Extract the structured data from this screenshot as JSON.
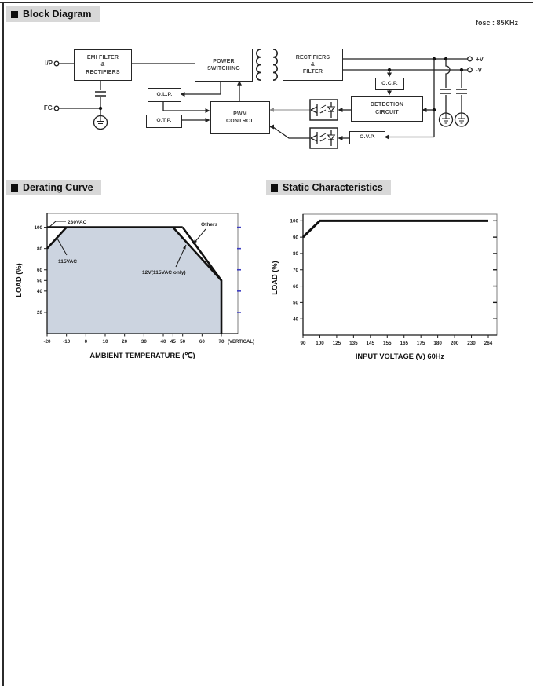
{
  "page": {
    "fosc_label": "fosc : 85KHz"
  },
  "sections": {
    "block_diagram": {
      "title": "Block Diagram"
    },
    "derating_curve": {
      "title": "Derating Curve"
    },
    "static_characteristics": {
      "title": "Static Characteristics"
    }
  },
  "block_diagram": {
    "terminals": {
      "input": "I/P",
      "fg": "FG",
      "v_plus": "+V",
      "v_minus": "-V"
    },
    "boxes": {
      "emi_filter": "EMI FILTER\n&\nRECTIFIERS",
      "power_switching": "POWER\nSWITCHING",
      "rectifiers_filter": "RECTIFIERS\n&\nFILTER",
      "ocp": "O.C.P.",
      "olp": "O.L.P.",
      "otp": "O.T.P.",
      "pwm_control": "PWM\nCONTROL",
      "detection_circuit": "DETECTION\nCIRCUIT",
      "ovp": "O.V.P."
    }
  },
  "chart_data": [
    {
      "type": "line",
      "name": "derating_curve",
      "title": "Derating Curve",
      "xlabel": "AMBIENT TEMPERATURE (℃)",
      "ylabel": "LOAD (%)",
      "xticks": [
        -20,
        -10,
        0,
        10,
        20,
        30,
        40,
        45,
        50,
        60,
        70
      ],
      "x_axis_note": "(VERTICAL)",
      "yticks": [
        100,
        80,
        60,
        50,
        40,
        20
      ],
      "right_yticks": [
        100,
        80,
        60,
        40,
        20
      ],
      "xlim": [
        -20,
        78.5
      ],
      "ylim": [
        0,
        113
      ],
      "grid": false,
      "series": [
        {
          "name": "230VAC",
          "points": [
            [
              -20,
              100
            ],
            [
              50,
              100
            ]
          ]
        },
        {
          "name": "115VAC",
          "points": [
            [
              -20,
              80
            ],
            [
              -10,
              100
            ]
          ]
        },
        {
          "name": "Others",
          "points": [
            [
              50,
              100
            ],
            [
              70,
              50
            ],
            [
              70,
              0
            ]
          ]
        },
        {
          "name": "12V(115VAC only)",
          "points": [
            [
              45,
              100
            ],
            [
              70,
              50
            ]
          ]
        }
      ],
      "shaded_region": [
        [
          -20,
          0
        ],
        [
          -20,
          80
        ],
        [
          -10,
          100
        ],
        [
          45,
          100
        ],
        [
          70,
          50
        ],
        [
          70,
          0
        ]
      ],
      "fill_color": "#ccd4e0",
      "line_color": "#111111",
      "right_tick_color": "#3d3dc2"
    },
    {
      "type": "line",
      "name": "static_characteristics",
      "title": "Static Characteristics",
      "xlabel": "INPUT VOLTAGE (V) 60Hz",
      "ylabel": "LOAD (%)",
      "x_scale": "categorical",
      "xticks": [
        90,
        100,
        125,
        135,
        145,
        155,
        165,
        175,
        180,
        200,
        230,
        264
      ],
      "yticks": [
        100,
        90,
        80,
        70,
        60,
        50,
        40
      ],
      "ylim": [
        30,
        104
      ],
      "grid": false,
      "series": [
        {
          "name": "load_vs_input_voltage",
          "points": [
            [
              90,
              90
            ],
            [
              100,
              100
            ],
            [
              264,
              100
            ]
          ]
        }
      ],
      "line_color": "#111111"
    }
  ]
}
